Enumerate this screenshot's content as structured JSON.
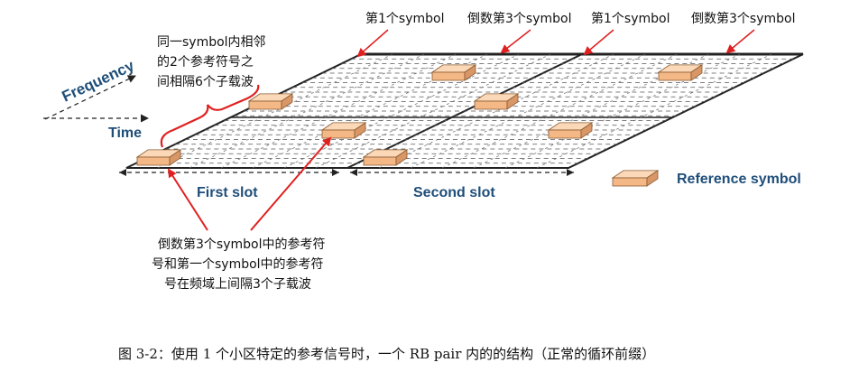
{
  "diagram": {
    "top_labels": [
      "第1个symbol",
      "倒数第3个symbol",
      "第1个symbol",
      "倒数第3个symbol"
    ],
    "annotation_top": [
      "同一symbol内相邻",
      "的2个参考符号之",
      "间相隔6个子载波"
    ],
    "annotation_bottom": [
      "倒数第3个symbol中的参考符",
      "号和第一个symbol中的参考符",
      "号在频域上间隔3个子载波"
    ],
    "axis_frequency": "Frequency",
    "axis_time": "Time",
    "slot_first": "First slot",
    "slot_second": "Second slot",
    "legend_reference": "Reference symbol",
    "caption": "图 3-2：使用 1 个小区特定的参考信号时，一个 RB pair 内的的结构（正常的循环前缀）",
    "colors": {
      "block": "#f6c49b",
      "arrow": "#e02020",
      "label": "#1f4e79"
    }
  }
}
